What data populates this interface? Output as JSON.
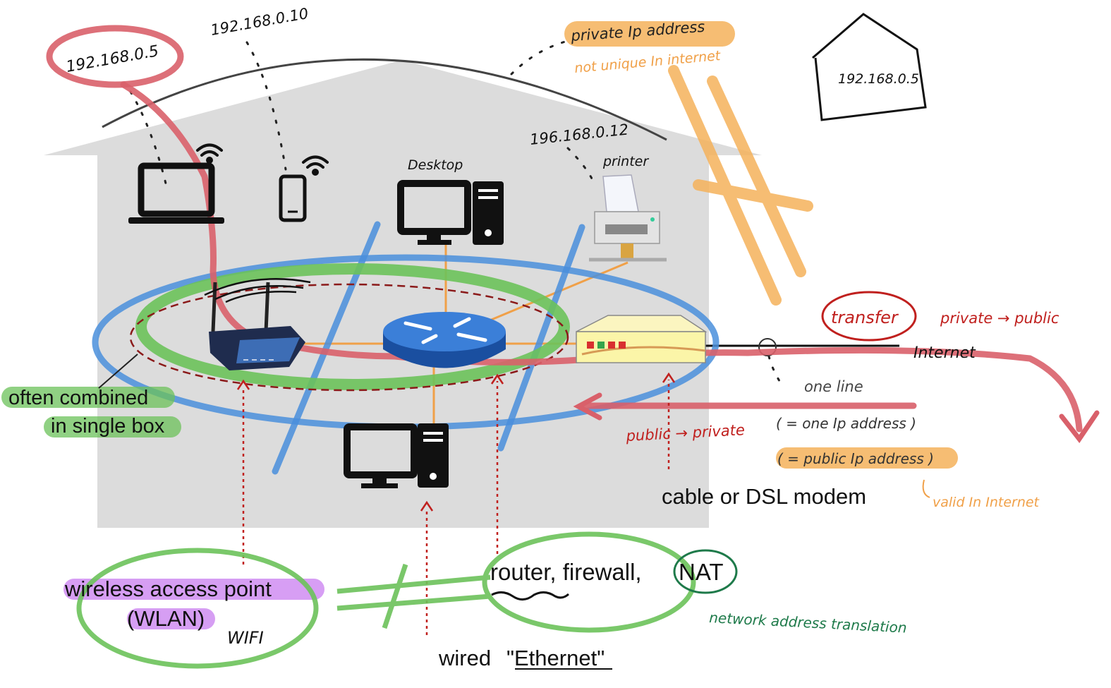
{
  "annotations": {
    "ip_top_left": "192.168.0.5",
    "ip_phone": "192.168.0.10",
    "ip_printer": "196.168.0.12",
    "ip_house2": "192.168.0.5",
    "private_ip": "private Ip address",
    "not_unique": "not unique In internet",
    "transfer": "transfer",
    "private_to_public": "private → public",
    "public_to_private": "public → private",
    "one_line": "one line",
    "one_ip": "( = one Ip address )",
    "public_ip": "( = public Ip address )",
    "valid_internet": "valid In Internet",
    "internet": "Internet",
    "network_address_translation": "network address translation",
    "wifi": "WIFI",
    "desktop": "Desktop",
    "printer": "printer"
  },
  "labels": {
    "combined_line1": "often combined",
    "combined_line2": "in single box",
    "wap_line1": "wireless access point",
    "wap_line2": "(WLAN)",
    "router_text": "router, firewall,",
    "nat_text": "NAT",
    "modem": "cable or DSL modem",
    "wired_prefix": "wired",
    "wired_ethernet": "\"Ethernet\""
  },
  "colors": {
    "house": "#dcdcdc",
    "red": "#d9606a",
    "green": "#6cc25a",
    "blue": "#4a8fdc",
    "orange": "#f5b25b",
    "purple": "#c97ef0",
    "dark_red": "#c0201e",
    "dark_green": "#1e7a4a",
    "ethernet": "#f0a048"
  }
}
